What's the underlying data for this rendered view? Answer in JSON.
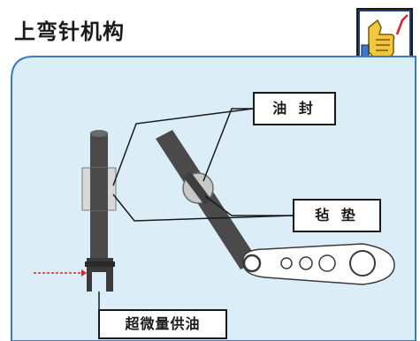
{
  "title": "上弯针机构",
  "labels": {
    "oil_seal": "油 封",
    "felt_pad": "毡 垫",
    "micro_oil_supply": "超微量供油"
  },
  "colors": {
    "panel_fill": "#dbeef8",
    "panel_border": "#3a78c2",
    "part_dark": "#4a4a4a",
    "oil_line": "#e0202a",
    "icon_bg": "#2f63b8"
  },
  "icons": [
    "thumbs-up-icon",
    "checkmark-icon"
  ]
}
